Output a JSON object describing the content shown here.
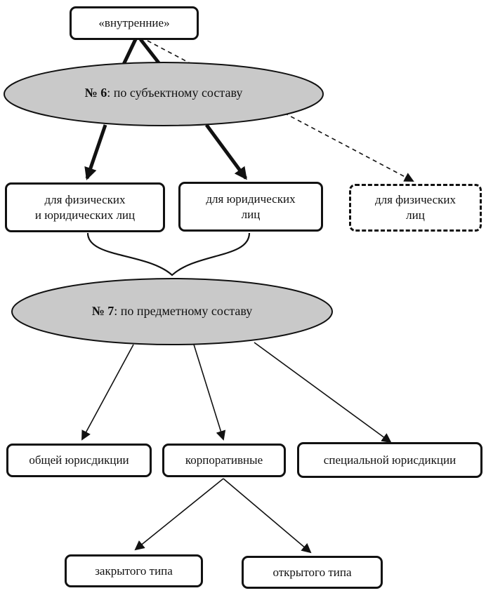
{
  "top_node": {
    "label": "«внутренние»"
  },
  "criterion_6": {
    "number": "№ 6",
    "text": ": по субъектному составу"
  },
  "subject_nodes": {
    "phys_and_jur": "для физических\nи юридических лиц",
    "jur_only": "для юридических\nлиц",
    "phys_only": "для физических\nлиц"
  },
  "criterion_7": {
    "number": "№ 7",
    "text": ": по предметному составу"
  },
  "subject_matter_nodes": {
    "general": "общей юрисдикции",
    "corporate": "корпоративные",
    "special": "специальной юрисдикции"
  },
  "corporate_types": {
    "closed": "закрытого типа",
    "open": "открытого типа"
  },
  "colors": {
    "ellipse_fill": "#c9c9c9",
    "stroke": "#111111"
  }
}
